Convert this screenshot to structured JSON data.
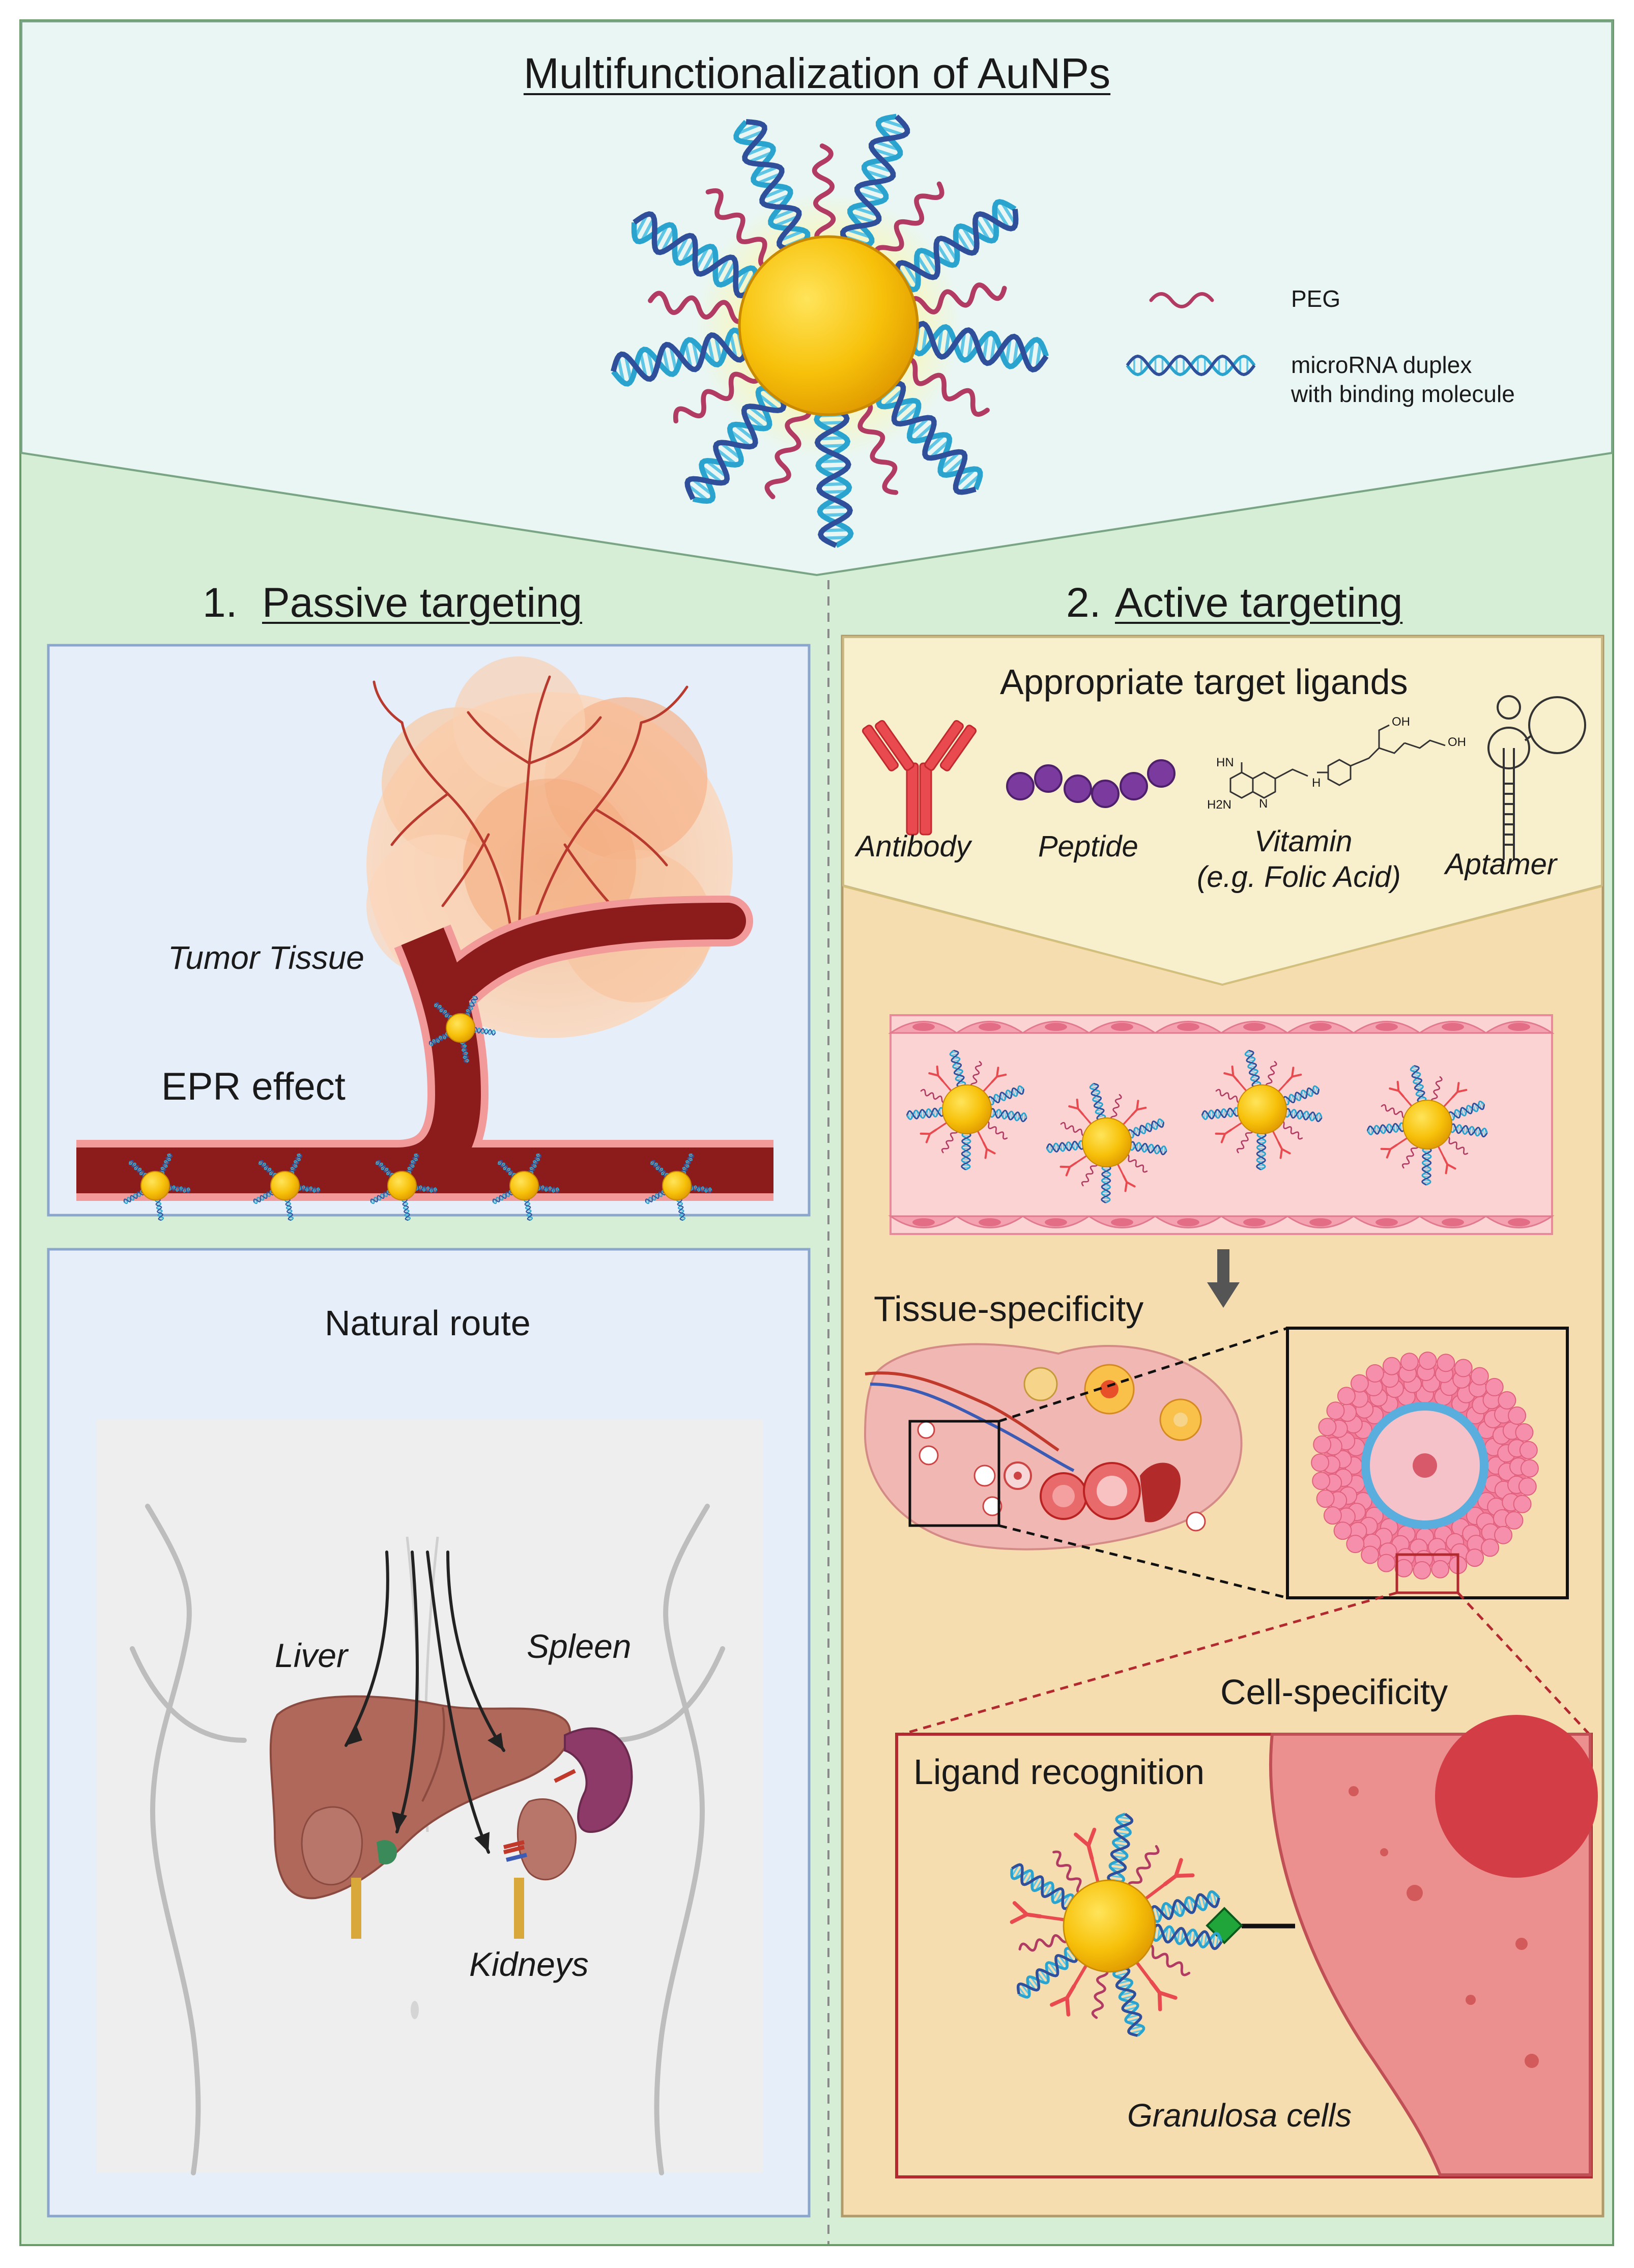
{
  "header": {
    "title": "Multifunctionalization of AuNPs",
    "legend": {
      "peg": "PEG",
      "duplex_line1": "microRNA duplex",
      "duplex_line2": "with binding molecule"
    }
  },
  "passive": {
    "number": "1.",
    "title": "Passive targeting",
    "tumor_label": "Tumor Tissue",
    "epr_label": "EPR effect",
    "natural_route_title": "Natural route",
    "organs": {
      "liver": "Liver",
      "spleen": "Spleen",
      "kidneys": "Kidneys"
    }
  },
  "active": {
    "number": "2.",
    "title": "Active targeting",
    "ligands_title": "Appropriate target ligands",
    "ligands": {
      "antibody": "Antibody",
      "peptide": "Peptide",
      "vitamin_line1": "Vitamin",
      "vitamin_line2": "(e.g. Folic Acid)",
      "aptamer": "Aptamer"
    },
    "molecule_labels": {
      "oh1": "OH",
      "oh2": "OH",
      "nh": "H",
      "hn": "HN",
      "n": "N",
      "h2n": "H2N"
    },
    "tissue_specificity": "Tissue-specificity",
    "cell_specificity": "Cell-specificity",
    "ligand_recognition": "Ligand recognition",
    "granulosa": "Granulosa cells"
  },
  "colors": {
    "header_bg": "#e9f6f3",
    "green_bg": "#d5eed5",
    "blue_panel": "#e5eef9",
    "blue_border": "#8aa6cc",
    "yellow_panel": "#f8efcc",
    "tan_panel": "#f5ddb0",
    "gold": "#f5bd06",
    "peg": "#b13b63",
    "dna_blue": "#2ba3cf",
    "vessel": "#8c1b1b",
    "red_border": "#b2292f"
  }
}
